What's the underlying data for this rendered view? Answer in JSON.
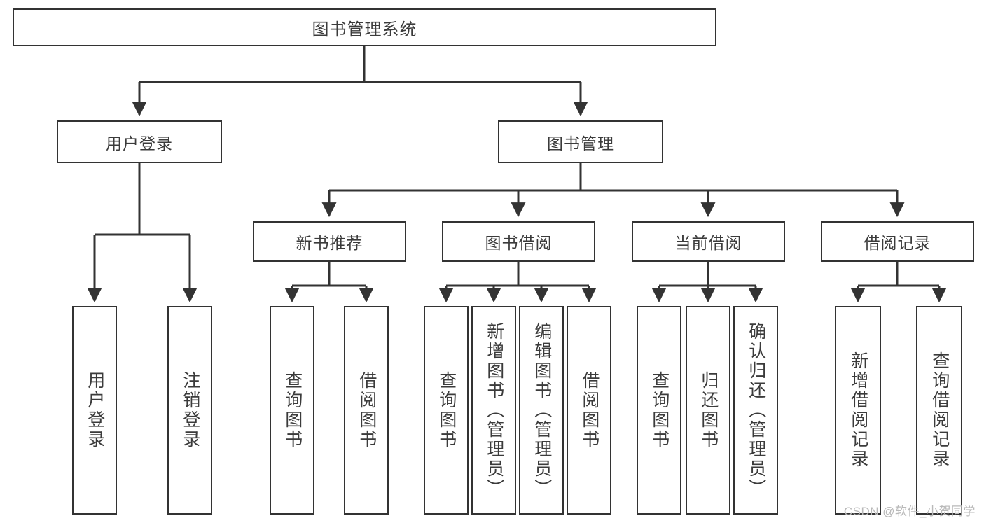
{
  "diagram": {
    "title": "图书管理系统",
    "watermark": "CSDN @软件_小贺同学",
    "colors": {
      "background": "#ffffff",
      "node_border": "#333333",
      "node_fill": "#ffffff",
      "text": "#3b3b3b",
      "edge": "#333333",
      "watermark": "#b9b9b9"
    },
    "root": {
      "label": "图书管理系统"
    },
    "level1": [
      {
        "label": "用户登录"
      },
      {
        "label": "图书管理"
      }
    ],
    "level2": [
      {
        "label": "新书推荐"
      },
      {
        "label": "图书借阅"
      },
      {
        "label": "当前借阅"
      },
      {
        "label": "借阅记录"
      }
    ],
    "leaves_user_login": [
      {
        "label": "用户登录"
      },
      {
        "label": "注销登录"
      }
    ],
    "leaves_new_book": [
      {
        "label": "查询图书"
      },
      {
        "label": "借阅图书"
      }
    ],
    "leaves_borrow": [
      {
        "label": "查询图书"
      },
      {
        "label": "新增图书（管理员）"
      },
      {
        "label": "编辑图书（管理员）"
      },
      {
        "label": "借阅图书"
      }
    ],
    "leaves_current": [
      {
        "label": "查询图书"
      },
      {
        "label": "归还图书"
      },
      {
        "label": "确认归还（管理员）"
      }
    ],
    "leaves_records": [
      {
        "label": "新增借阅记录"
      },
      {
        "label": "查询借阅记录"
      }
    ]
  }
}
